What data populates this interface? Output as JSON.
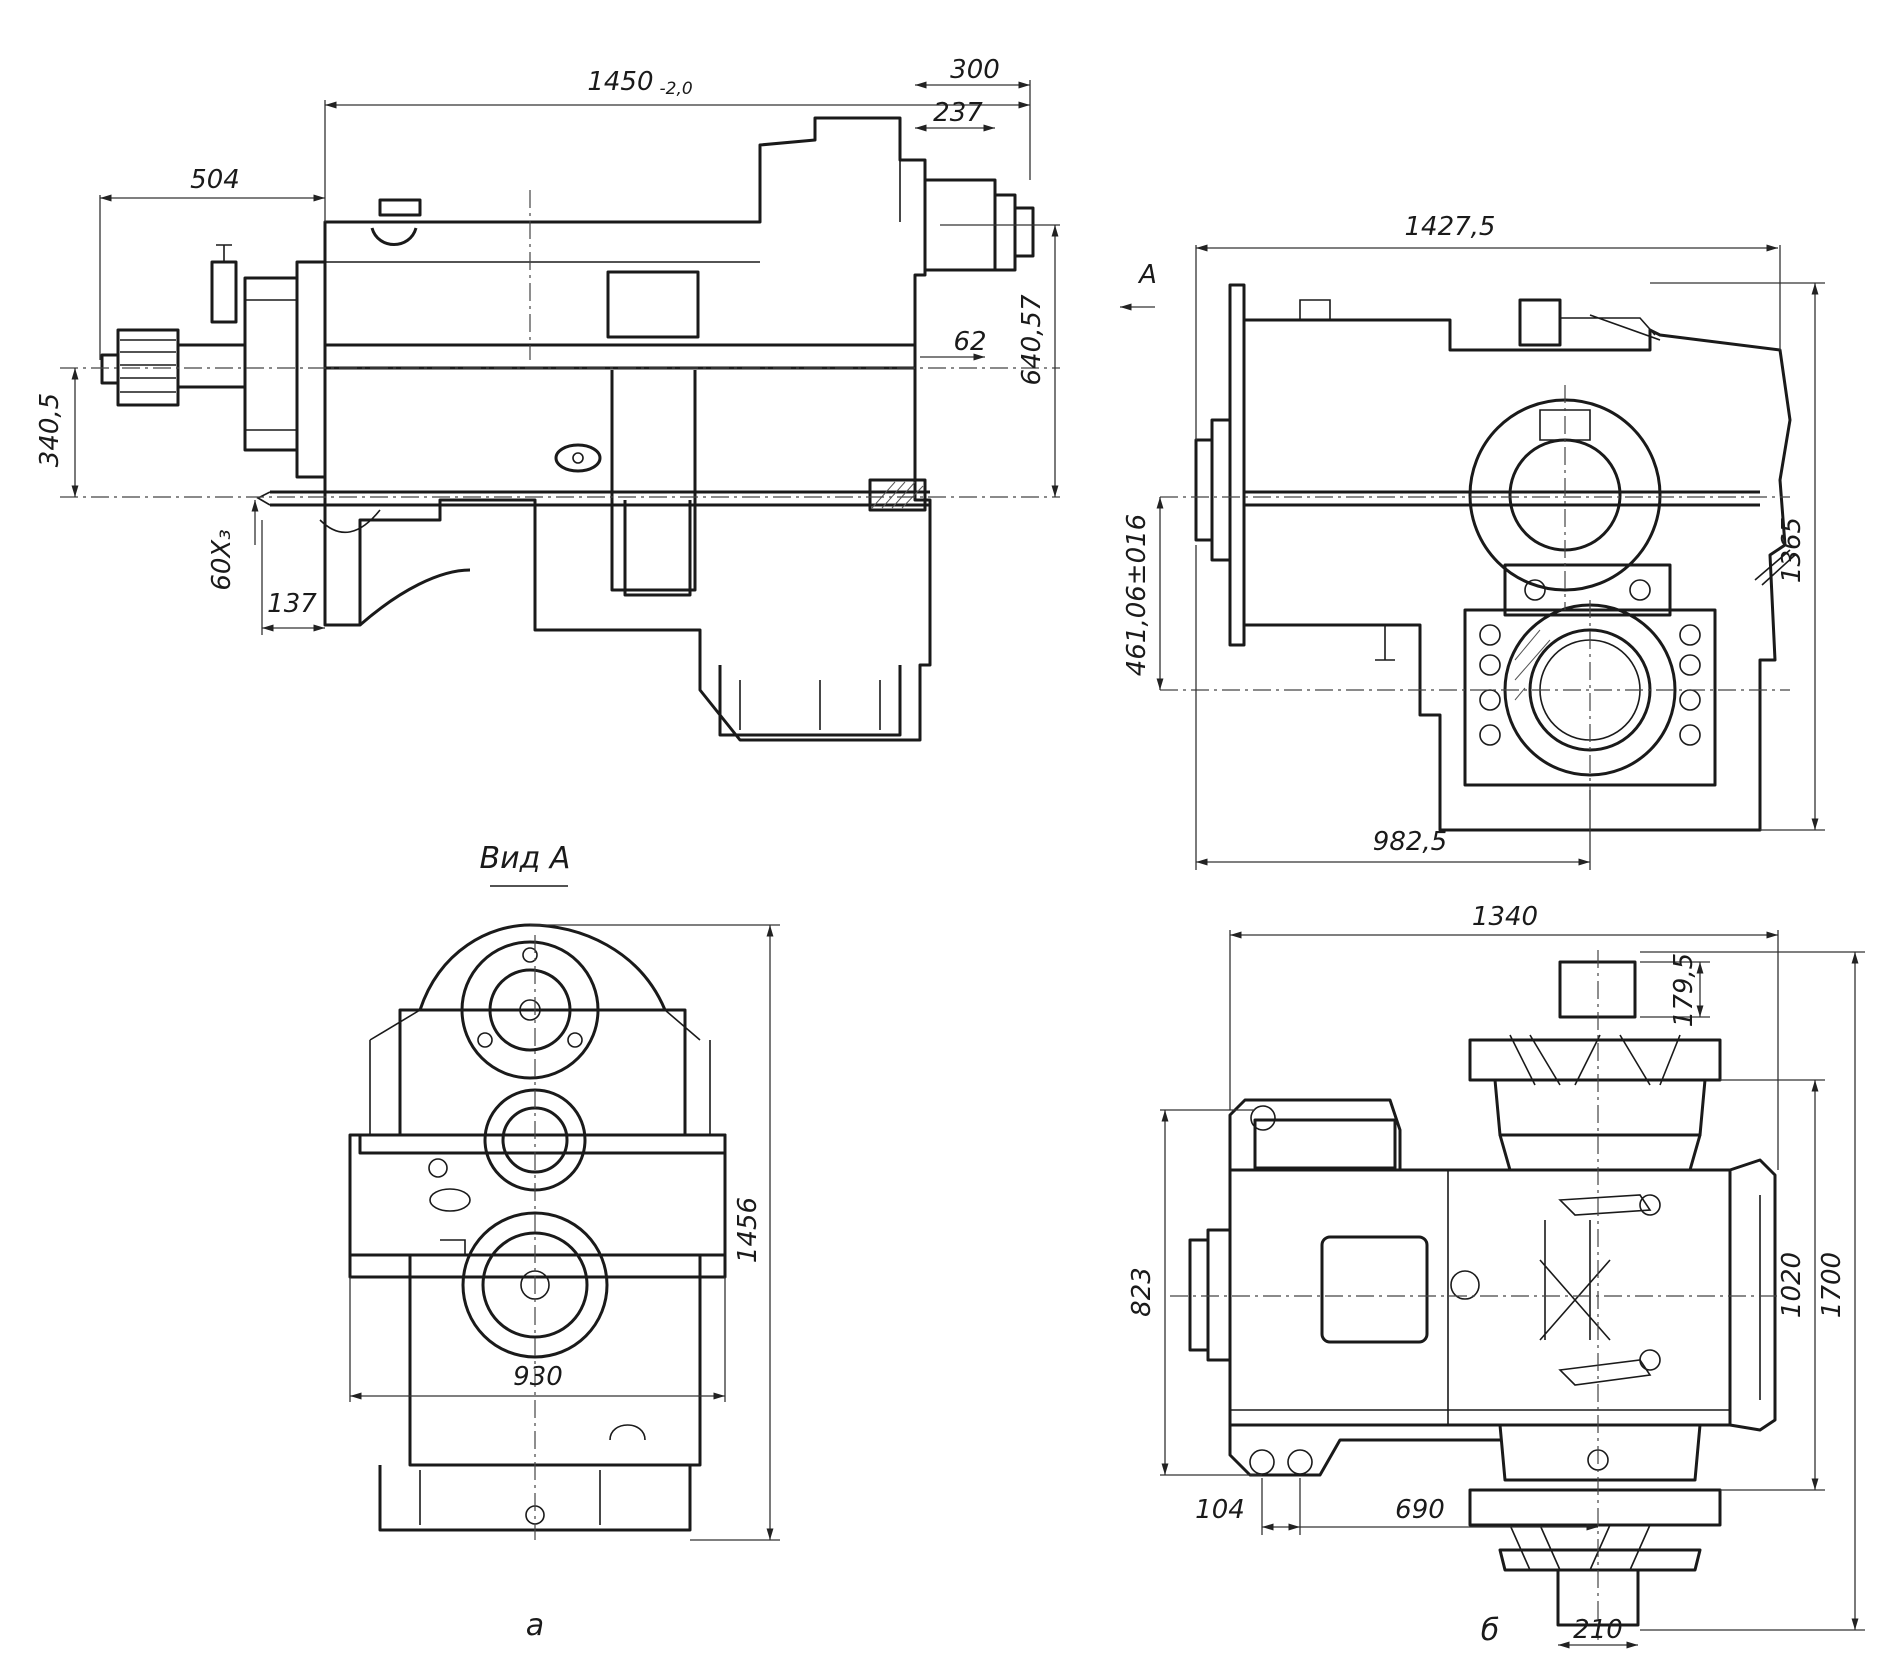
{
  "dimensions": {
    "top_length": "1450",
    "top_length_tol": "-2,0",
    "d300": "300",
    "d237": "237",
    "d504": "504",
    "d340": "340,5",
    "d62": "62",
    "d640": "640,57",
    "d60": "60X₃",
    "d137": "137",
    "d1427": "1427,5",
    "view_arrow": "A",
    "d1365": "1365",
    "d461": "461,06±016",
    "d982": "982,5",
    "d1456": "1456",
    "d930": "930",
    "d1340": "1340",
    "d179": "179,5",
    "d823": "823",
    "d1020": "1020",
    "d1700": "1700",
    "d104": "104",
    "d690": "690",
    "d210": "210"
  },
  "captions": {
    "view_a": "Вид А",
    "label_a": "а",
    "label_b": "б"
  }
}
